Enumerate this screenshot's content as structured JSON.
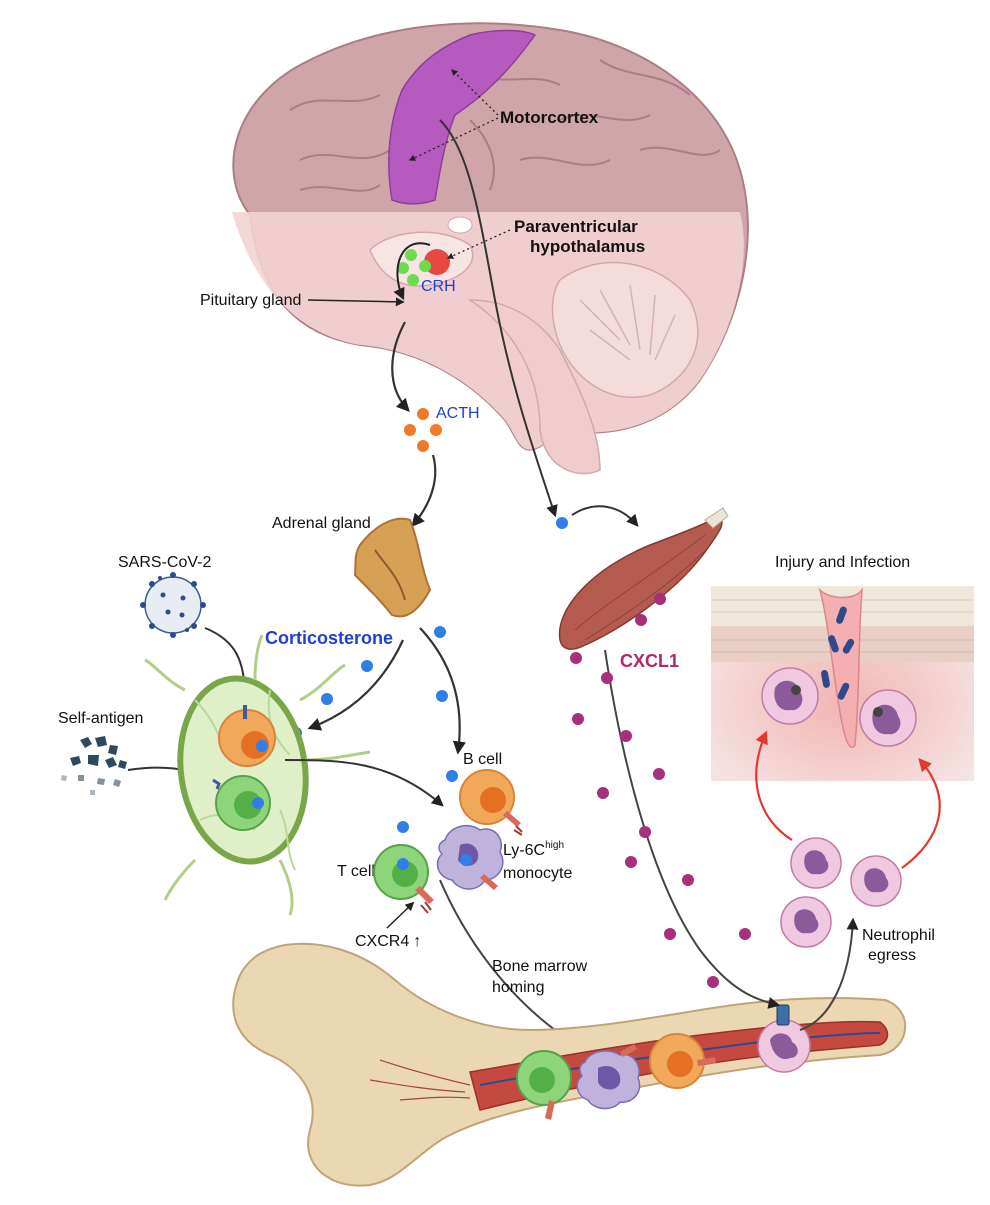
{
  "labels": {
    "motorcortex": "Motorcortex",
    "pvh_line1": "Paraventricular",
    "pvh_line2": "hypothalamus",
    "crh": "CRH",
    "pituitary": "Pituitary gland",
    "acth": "ACTH",
    "adrenal": "Adrenal gland",
    "sars": "SARS-CoV-2",
    "corticosterone": "Corticosterone",
    "self_antigen": "Self-antigen",
    "b_cell": "B cell",
    "t_cell": "T cell",
    "ly6c_main": "Ly-6C",
    "ly6c_sup": "high",
    "ly6c_line2": "monocyte",
    "cxcr4": "CXCR4",
    "cxcr4_arrow": "↑",
    "bm_line1": "Bone marrow",
    "bm_line2": "homing",
    "cxcl1": "CXCL1",
    "injury": "Injury and Infection",
    "neut_line1": "Neutrophil",
    "neut_line2": "egress"
  },
  "colors": {
    "crh_acth_text": "#1f3fd6",
    "cxcl1_text": "#b0286e",
    "motorcortex": "#b55bc0",
    "brain": "#cfa5aa",
    "corticosterone_dot": "#2f7fe6",
    "acth_dot": "#ef7a2a",
    "crh_dot": "#6edb4c",
    "cxcl1_dot": "#a6317a",
    "red_arrow": "#e23a2f"
  }
}
